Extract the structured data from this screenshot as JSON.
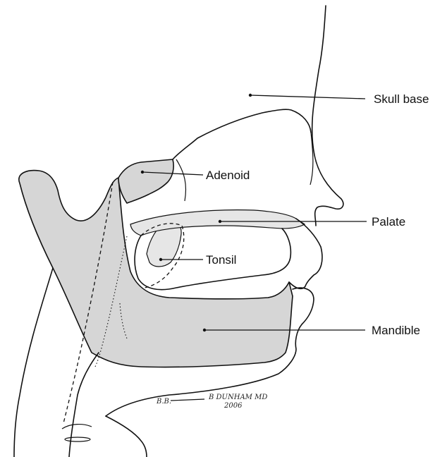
{
  "labels": {
    "skull_base": "Skull base",
    "adenoid": "Adenoid",
    "palate": "Palate",
    "tonsil": "Tonsil",
    "mandible": "Mandible"
  },
  "signature": {
    "initials": "B.B.",
    "artist": "B DUNHAM MD",
    "year": "2006"
  },
  "colors": {
    "shaded_structure": "#d6d6d6",
    "outline": "#111111"
  }
}
